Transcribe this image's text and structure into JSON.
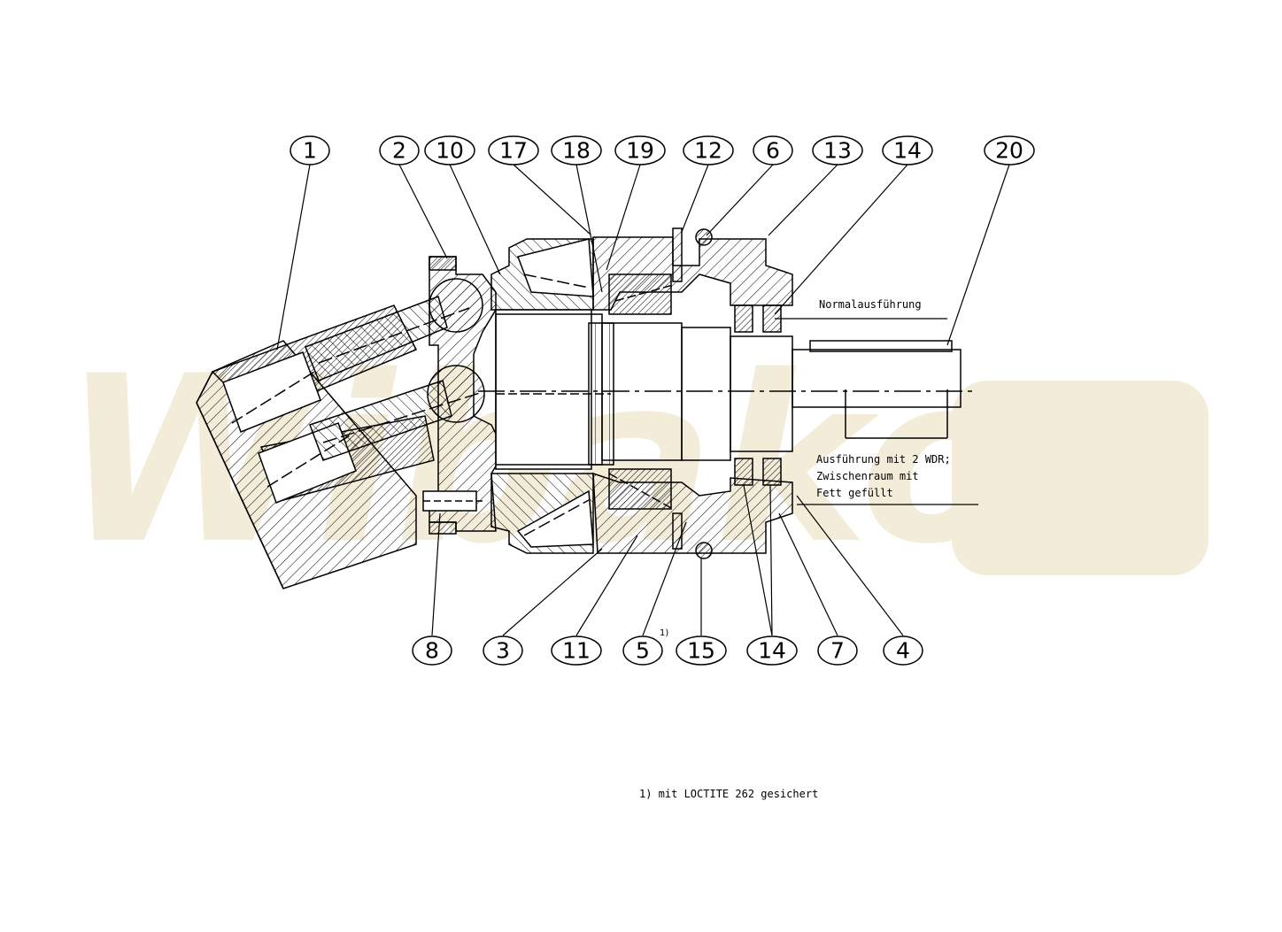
{
  "watermark": "Wibako",
  "callouts_top": [
    {
      "id": "1",
      "label": "1"
    },
    {
      "id": "2",
      "label": "2"
    },
    {
      "id": "10",
      "label": "10"
    },
    {
      "id": "17",
      "label": "17"
    },
    {
      "id": "18",
      "label": "18"
    },
    {
      "id": "19",
      "label": "19"
    },
    {
      "id": "12",
      "label": "12"
    },
    {
      "id": "6",
      "label": "6"
    },
    {
      "id": "13",
      "label": "13"
    },
    {
      "id": "14a",
      "label": "14"
    },
    {
      "id": "20",
      "label": "20"
    }
  ],
  "callouts_bottom": [
    {
      "id": "8",
      "label": "8"
    },
    {
      "id": "3",
      "label": "3"
    },
    {
      "id": "11",
      "label": "11"
    },
    {
      "id": "5",
      "label": "5"
    },
    {
      "id": "15",
      "label": "15"
    },
    {
      "id": "14b",
      "label": "14"
    },
    {
      "id": "7",
      "label": "7"
    },
    {
      "id": "4",
      "label": "4"
    }
  ],
  "superscript_5": "1)",
  "notes": {
    "normal": "Normalausführung",
    "variant_line1": "Ausführung mit 2 WDR;",
    "variant_line2": "Zwischenraum mit",
    "variant_line3": "Fett gefüllt"
  },
  "footnote": "1) mit LOCTITE 262 gesichert",
  "colors": {
    "ink": "#000000",
    "watermark": "#f3ecd9",
    "paper": "#ffffff"
  }
}
